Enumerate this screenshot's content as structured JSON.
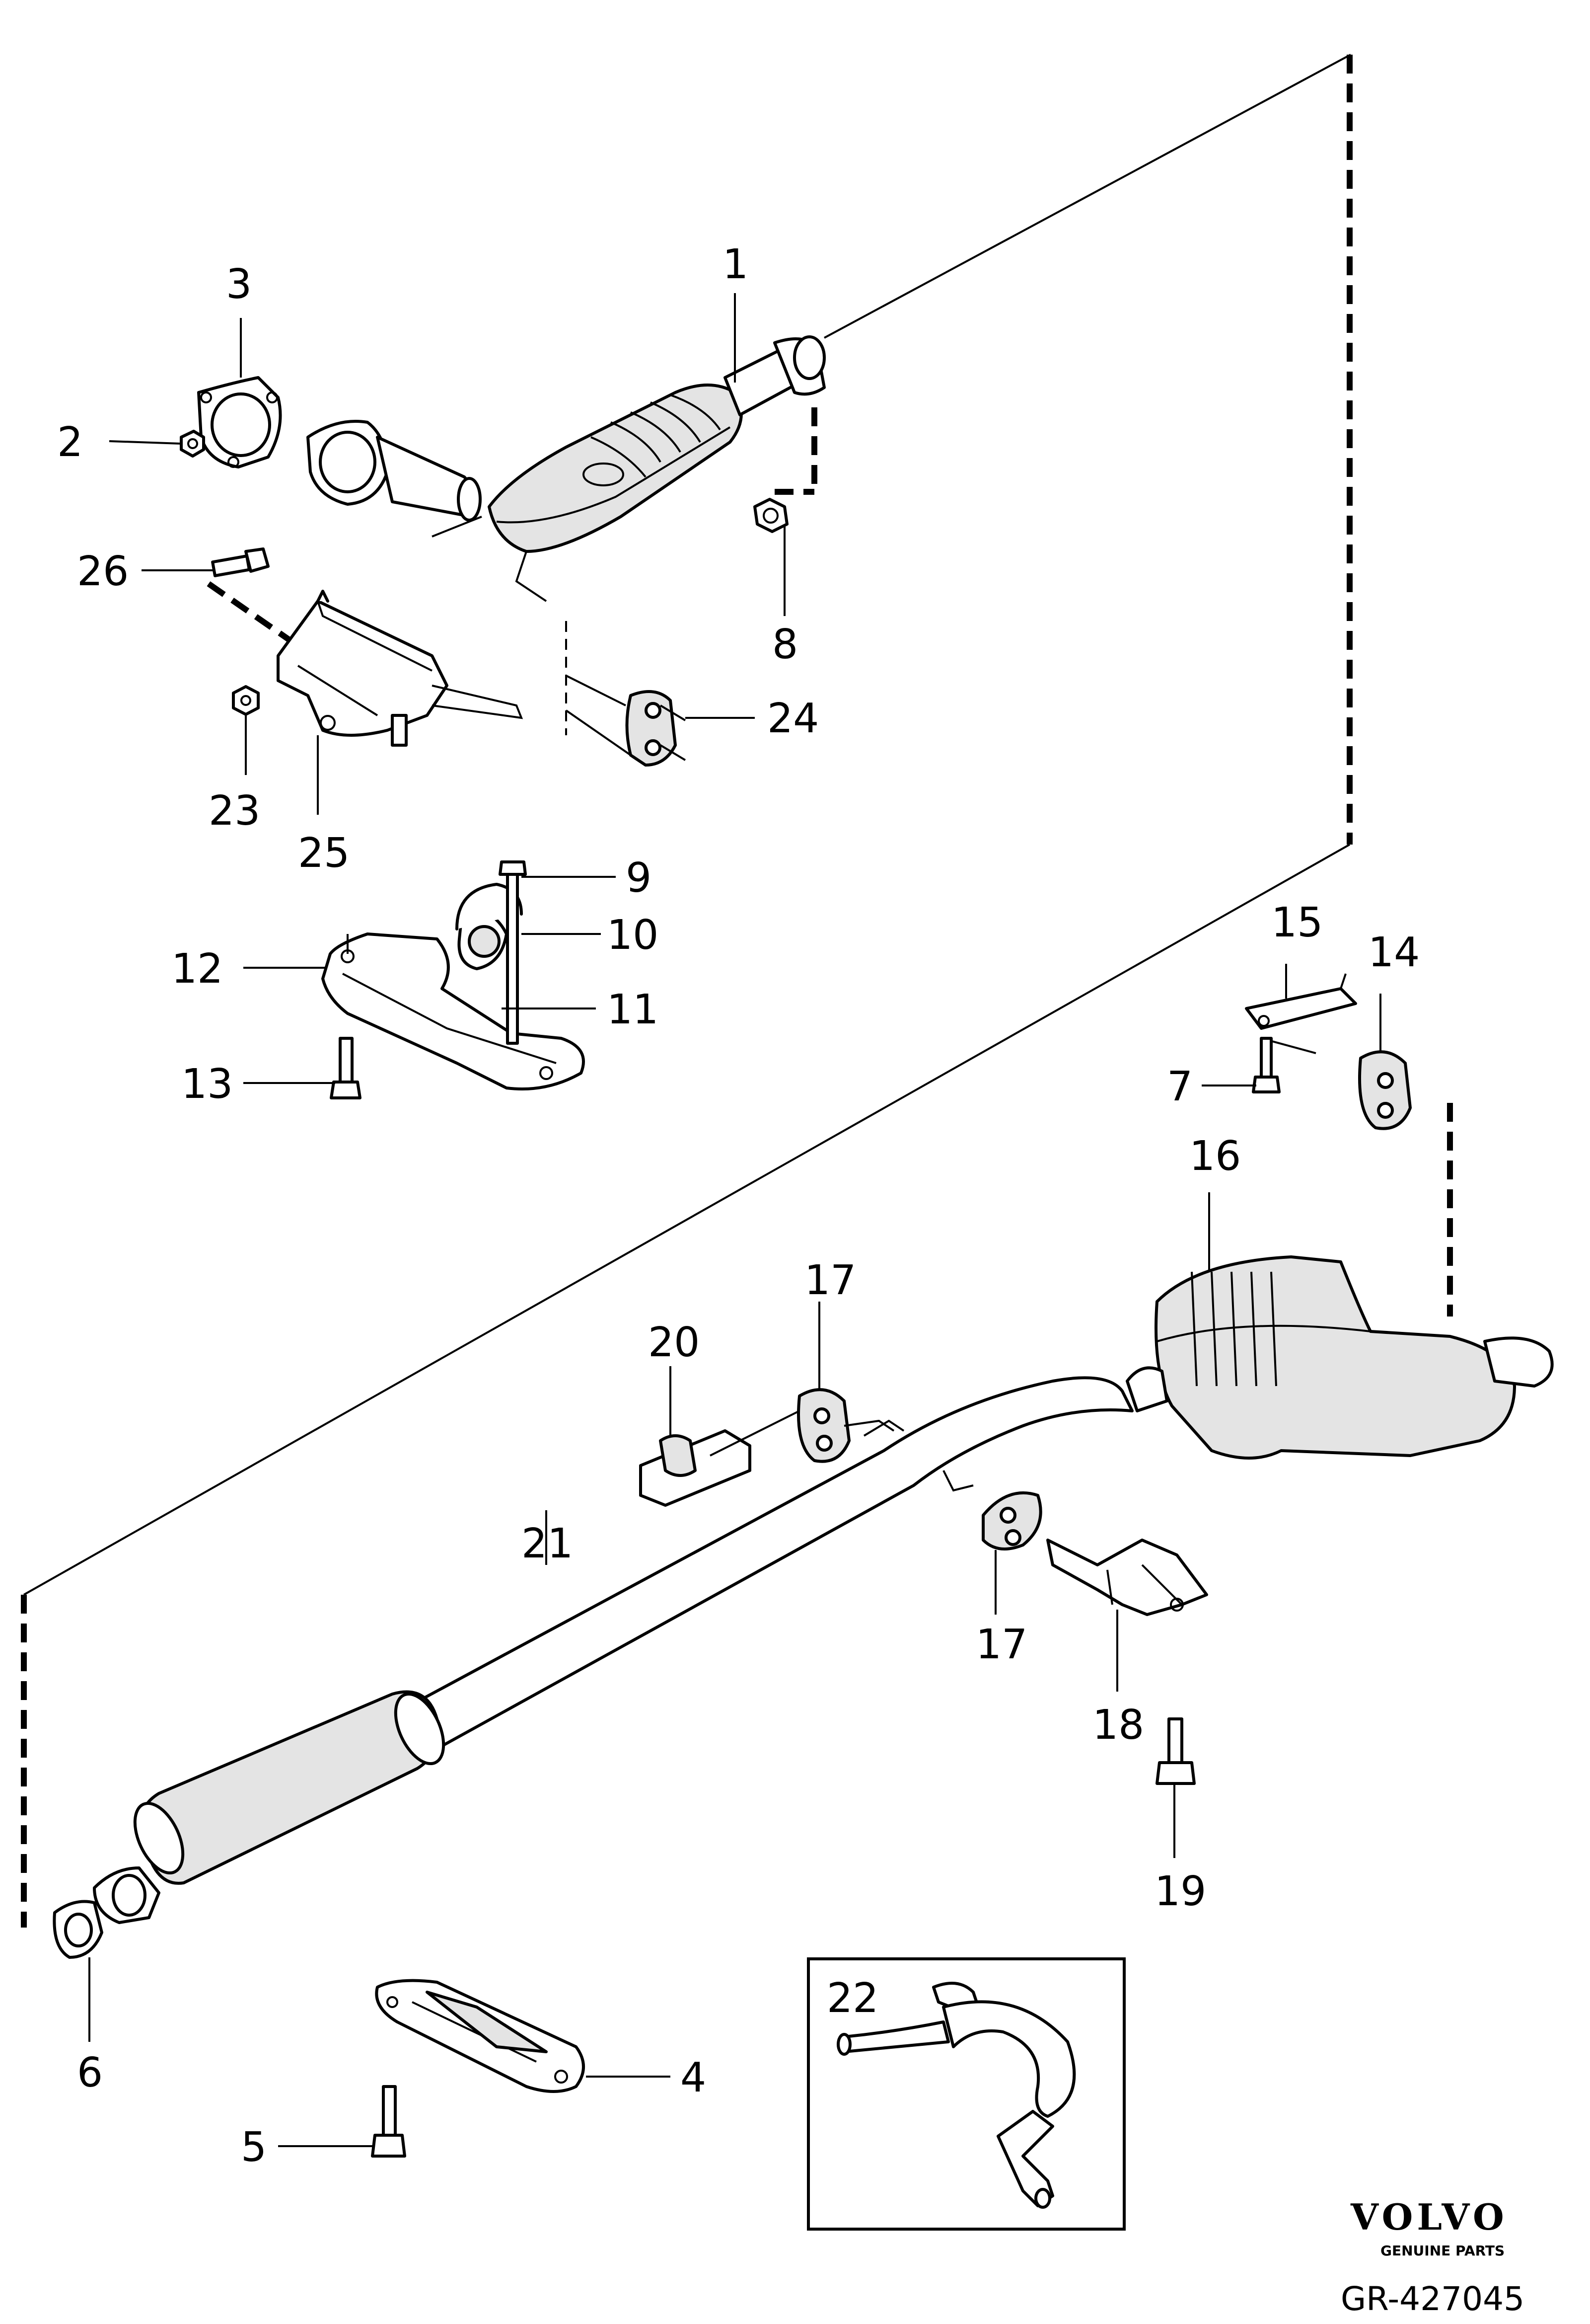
{
  "diagram": {
    "callouts": {
      "c1": "1",
      "c2": "2",
      "c3": "3",
      "c4": "4",
      "c5": "5",
      "c6": "6",
      "c7": "7",
      "c8": "8",
      "c9": "9",
      "c10": "10",
      "c11": "11",
      "c12": "12",
      "c13": "13",
      "c14": "14",
      "c15": "15",
      "c16": "16",
      "c17a": "17",
      "c17b": "17",
      "c18": "18",
      "c19": "19",
      "c20": "20",
      "c21": "21",
      "c22": "22",
      "c23": "23",
      "c24": "24",
      "c25": "25",
      "c26": "26"
    },
    "logo": {
      "brand": "VOLVO",
      "tagline": "GENUINE PARTS"
    },
    "reference": "GR-427045"
  }
}
